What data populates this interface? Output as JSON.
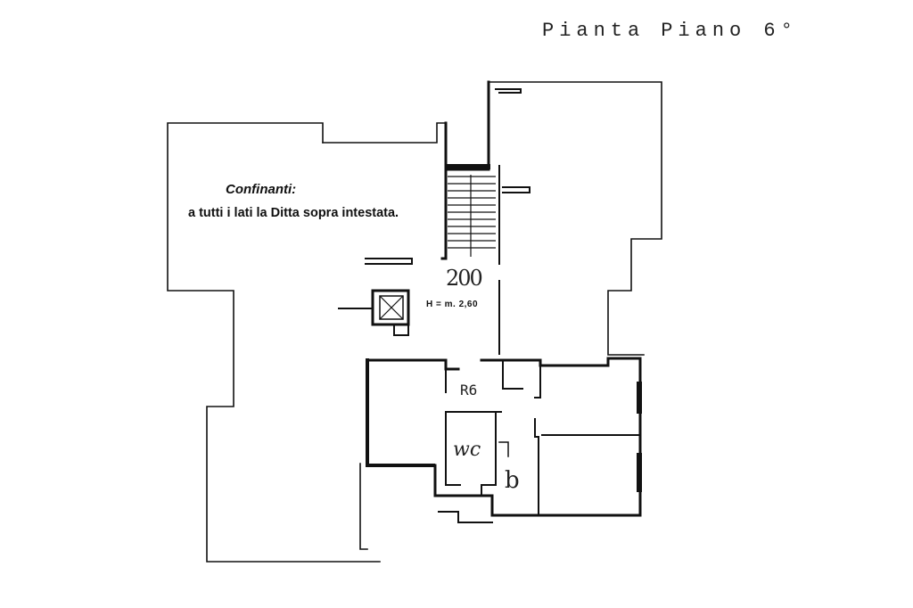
{
  "title": {
    "word1": "Pianta",
    "word2": "Piano 6°"
  },
  "confinanti": {
    "heading": "Confinanti:",
    "text": "a tutti i lati la Ditta sopra intestata."
  },
  "labels": {
    "apartment_number": "200",
    "height": "H = m. 2,60",
    "room_code": "R6",
    "wc": "wc",
    "bathroom": "b"
  }
}
